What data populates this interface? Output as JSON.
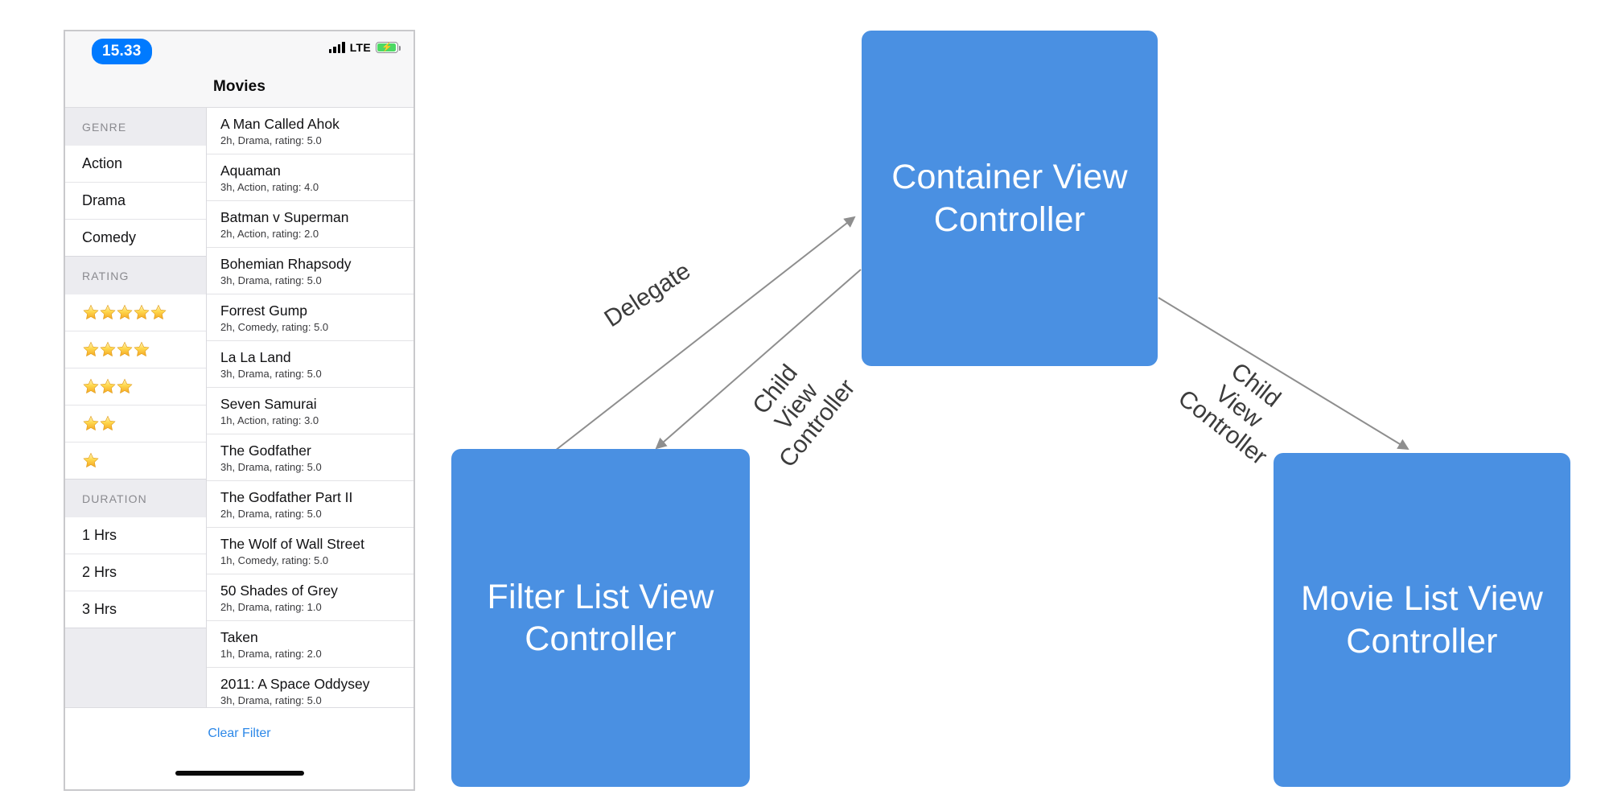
{
  "phone": {
    "status_bar": {
      "time": "15.33",
      "network_label": "LTE",
      "signal_icon": "signal-bars-icon",
      "battery_icon": "battery-charging-icon",
      "bolt_glyph": "⚡"
    },
    "nav_title": "Movies",
    "filter_sidebar": {
      "sections": [
        {
          "header": "GENRE",
          "type": "text",
          "items": [
            {
              "label": "Action"
            },
            {
              "label": "Drama"
            },
            {
              "label": "Comedy"
            }
          ]
        },
        {
          "header": "RATING",
          "type": "stars",
          "items": [
            {
              "stars": 5
            },
            {
              "stars": 4
            },
            {
              "stars": 3
            },
            {
              "stars": 2
            },
            {
              "stars": 1
            }
          ]
        },
        {
          "header": "DURATION",
          "type": "text",
          "items": [
            {
              "label": "1 Hrs"
            },
            {
              "label": "2 Hrs"
            },
            {
              "label": "3 Hrs"
            }
          ]
        }
      ]
    },
    "movies": [
      {
        "title": "A Man Called Ahok",
        "subtitle": "2h, Drama, rating: 5.0"
      },
      {
        "title": "Aquaman",
        "subtitle": "3h, Action, rating: 4.0"
      },
      {
        "title": "Batman v Superman",
        "subtitle": "2h, Action, rating: 2.0"
      },
      {
        "title": "Bohemian Rhapsody",
        "subtitle": "3h, Drama, rating: 5.0"
      },
      {
        "title": "Forrest Gump",
        "subtitle": "2h, Comedy, rating: 5.0"
      },
      {
        "title": "La La Land",
        "subtitle": "3h, Drama, rating: 5.0"
      },
      {
        "title": "Seven Samurai",
        "subtitle": "1h, Action, rating: 3.0"
      },
      {
        "title": "The Godfather",
        "subtitle": "3h, Drama, rating: 5.0"
      },
      {
        "title": "The Godfather Part II",
        "subtitle": "2h, Drama, rating: 5.0"
      },
      {
        "title": "The Wolf of Wall Street",
        "subtitle": "1h, Comedy, rating: 5.0"
      },
      {
        "title": "50 Shades of Grey",
        "subtitle": "2h, Drama, rating: 1.0"
      },
      {
        "title": "Taken",
        "subtitle": "1h, Drama, rating: 2.0"
      },
      {
        "title": "2011: A Space Oddysey",
        "subtitle": "3h, Drama, rating: 5.0"
      }
    ],
    "footer": {
      "clear_filter_label": "Clear Filter",
      "clear_filter_color": "#2d88e8",
      "home_indicator": "home-indicator"
    }
  },
  "diagram": {
    "node_color": "#4a90e2",
    "arrow_color": "#8e8e8e",
    "nodes": [
      {
        "id": "container",
        "label": "Container\nView\nController"
      },
      {
        "id": "filter",
        "label": "Filter List\nView\nController"
      },
      {
        "id": "movie",
        "label": "Movie List\nView\nController"
      }
    ],
    "edges": [
      {
        "from": "filter",
        "to": "container",
        "label": "Delegate"
      },
      {
        "from": "container",
        "to": "filter",
        "label": "Child\nView\nController"
      },
      {
        "from": "container",
        "to": "movie",
        "label": "Child\nView\nController"
      }
    ]
  }
}
